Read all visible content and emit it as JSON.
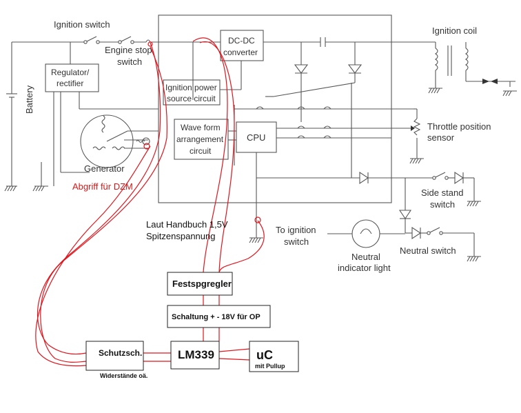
{
  "labels": {
    "ignition_switch": "Ignition switch",
    "engine_stop_switch_line1": "Engine stop",
    "engine_stop_switch_line2": "switch",
    "battery": "Battery",
    "regulator_line1": "Regulator/",
    "regulator_line2": "rectifier",
    "generator": "Generator",
    "dcdc_line1": "DC-DC",
    "dcdc_line2": "converter",
    "ign_power_line1": "Ignition power",
    "ign_power_line2": "source circuit",
    "waveform_line1": "Wave form",
    "waveform_line2": "arrangement",
    "waveform_line3": "circuit",
    "cpu": "CPU",
    "ignition_coil": "Ignition coil",
    "throttle_line1": "Throttle position",
    "throttle_line2": "sensor",
    "side_stand_line1": "Side stand",
    "side_stand_line2": "switch",
    "to_ignition_line1": "To ignition",
    "to_ignition_line2": "switch",
    "neutral_light_line1": "Neutral",
    "neutral_light_line2": "indicator light",
    "neutral_switch": "Neutral switch"
  },
  "annotations": {
    "abgriff": "Abgriff für DZM",
    "handbuch_line1": "Laut Handbuch 1,5V",
    "handbuch_line2": "Spitzenspannung"
  },
  "boxes": {
    "festspgregler": "Festspgregler",
    "schaltung": "Schaltung + - 18V für OP",
    "lm339": "LM339",
    "schutzsch": "Schutzsch.",
    "widerstaende": "Widerstände oä.",
    "uc": "uC",
    "uc_sub": "mit Pullup"
  },
  "colors": {
    "wire": "#555555",
    "annotation": "#d21a1a",
    "red_wire": "#e0141c"
  }
}
